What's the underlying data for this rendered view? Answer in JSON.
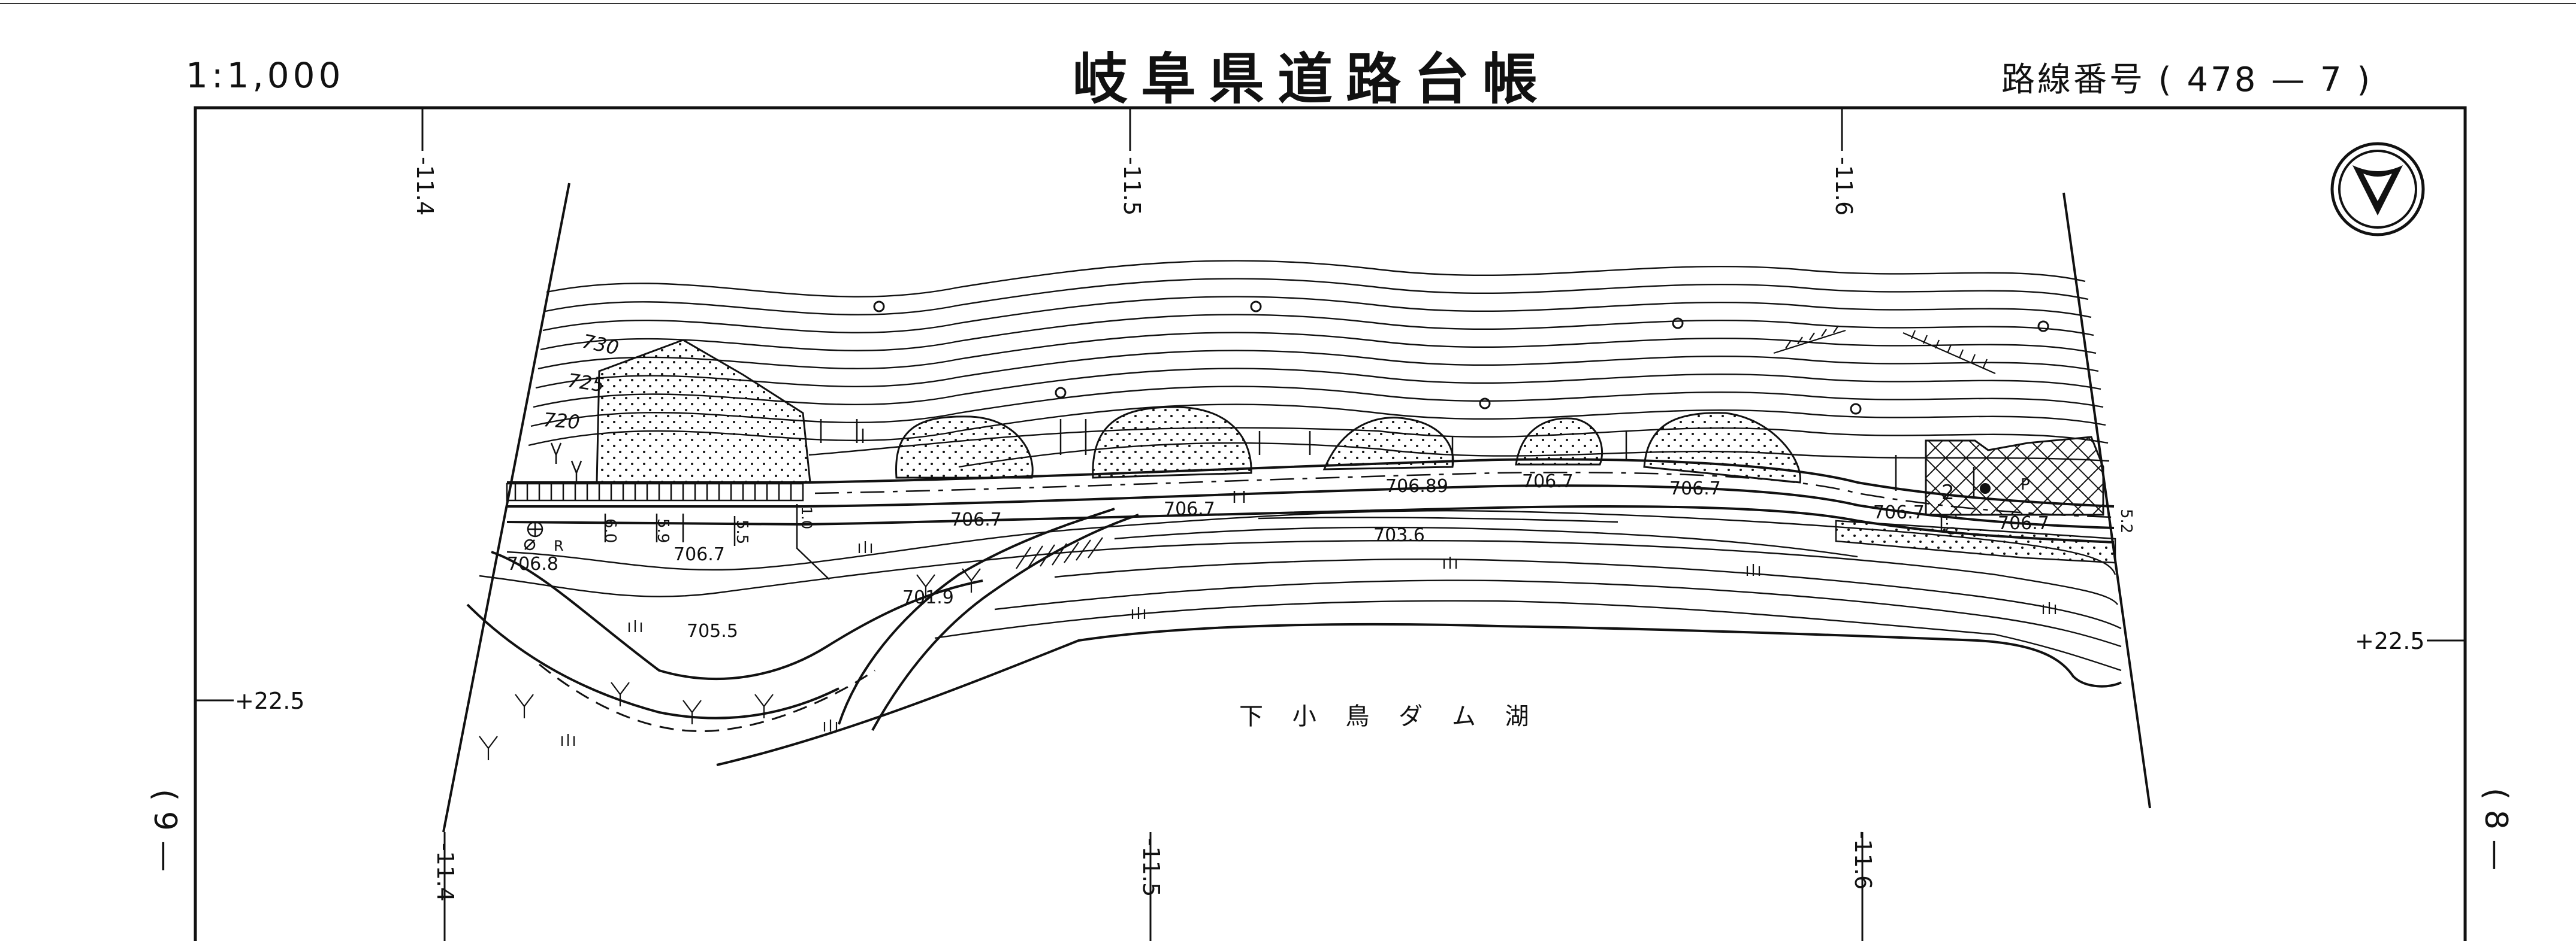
{
  "header": {
    "scale": "1:1,000",
    "title": "岐阜県道路台帳",
    "route_number": "路線番号 ( 478 — 7 )"
  },
  "grid": {
    "top_ticks": [
      "-11.4",
      "-11.5",
      "-11.6"
    ],
    "bottom_ticks": [
      "-11.4",
      "-11.5",
      "-11.6"
    ],
    "left_coord": "+22.5",
    "right_coord": "+22.5"
  },
  "contours": [
    "730",
    "725",
    "720"
  ],
  "elevations": [
    "706.8",
    "706.7",
    "706.7",
    "706.7",
    "706.89",
    "706.7",
    "706.7",
    "706.7",
    "706.7",
    "703.6",
    "701.9",
    "705.5"
  ],
  "widths": [
    "6.0",
    "5.9",
    "5.5",
    "1.0",
    "1.0",
    "5.2"
  ],
  "road_marks": [
    "R",
    "2",
    "P"
  ],
  "lake_name": "下 小 鳥 ダ ム 湖",
  "sheet_left": "( 9 —",
  "sheet_right": "( 8 —",
  "colors": {
    "ink": "#111111",
    "paper": "#ffffff"
  }
}
